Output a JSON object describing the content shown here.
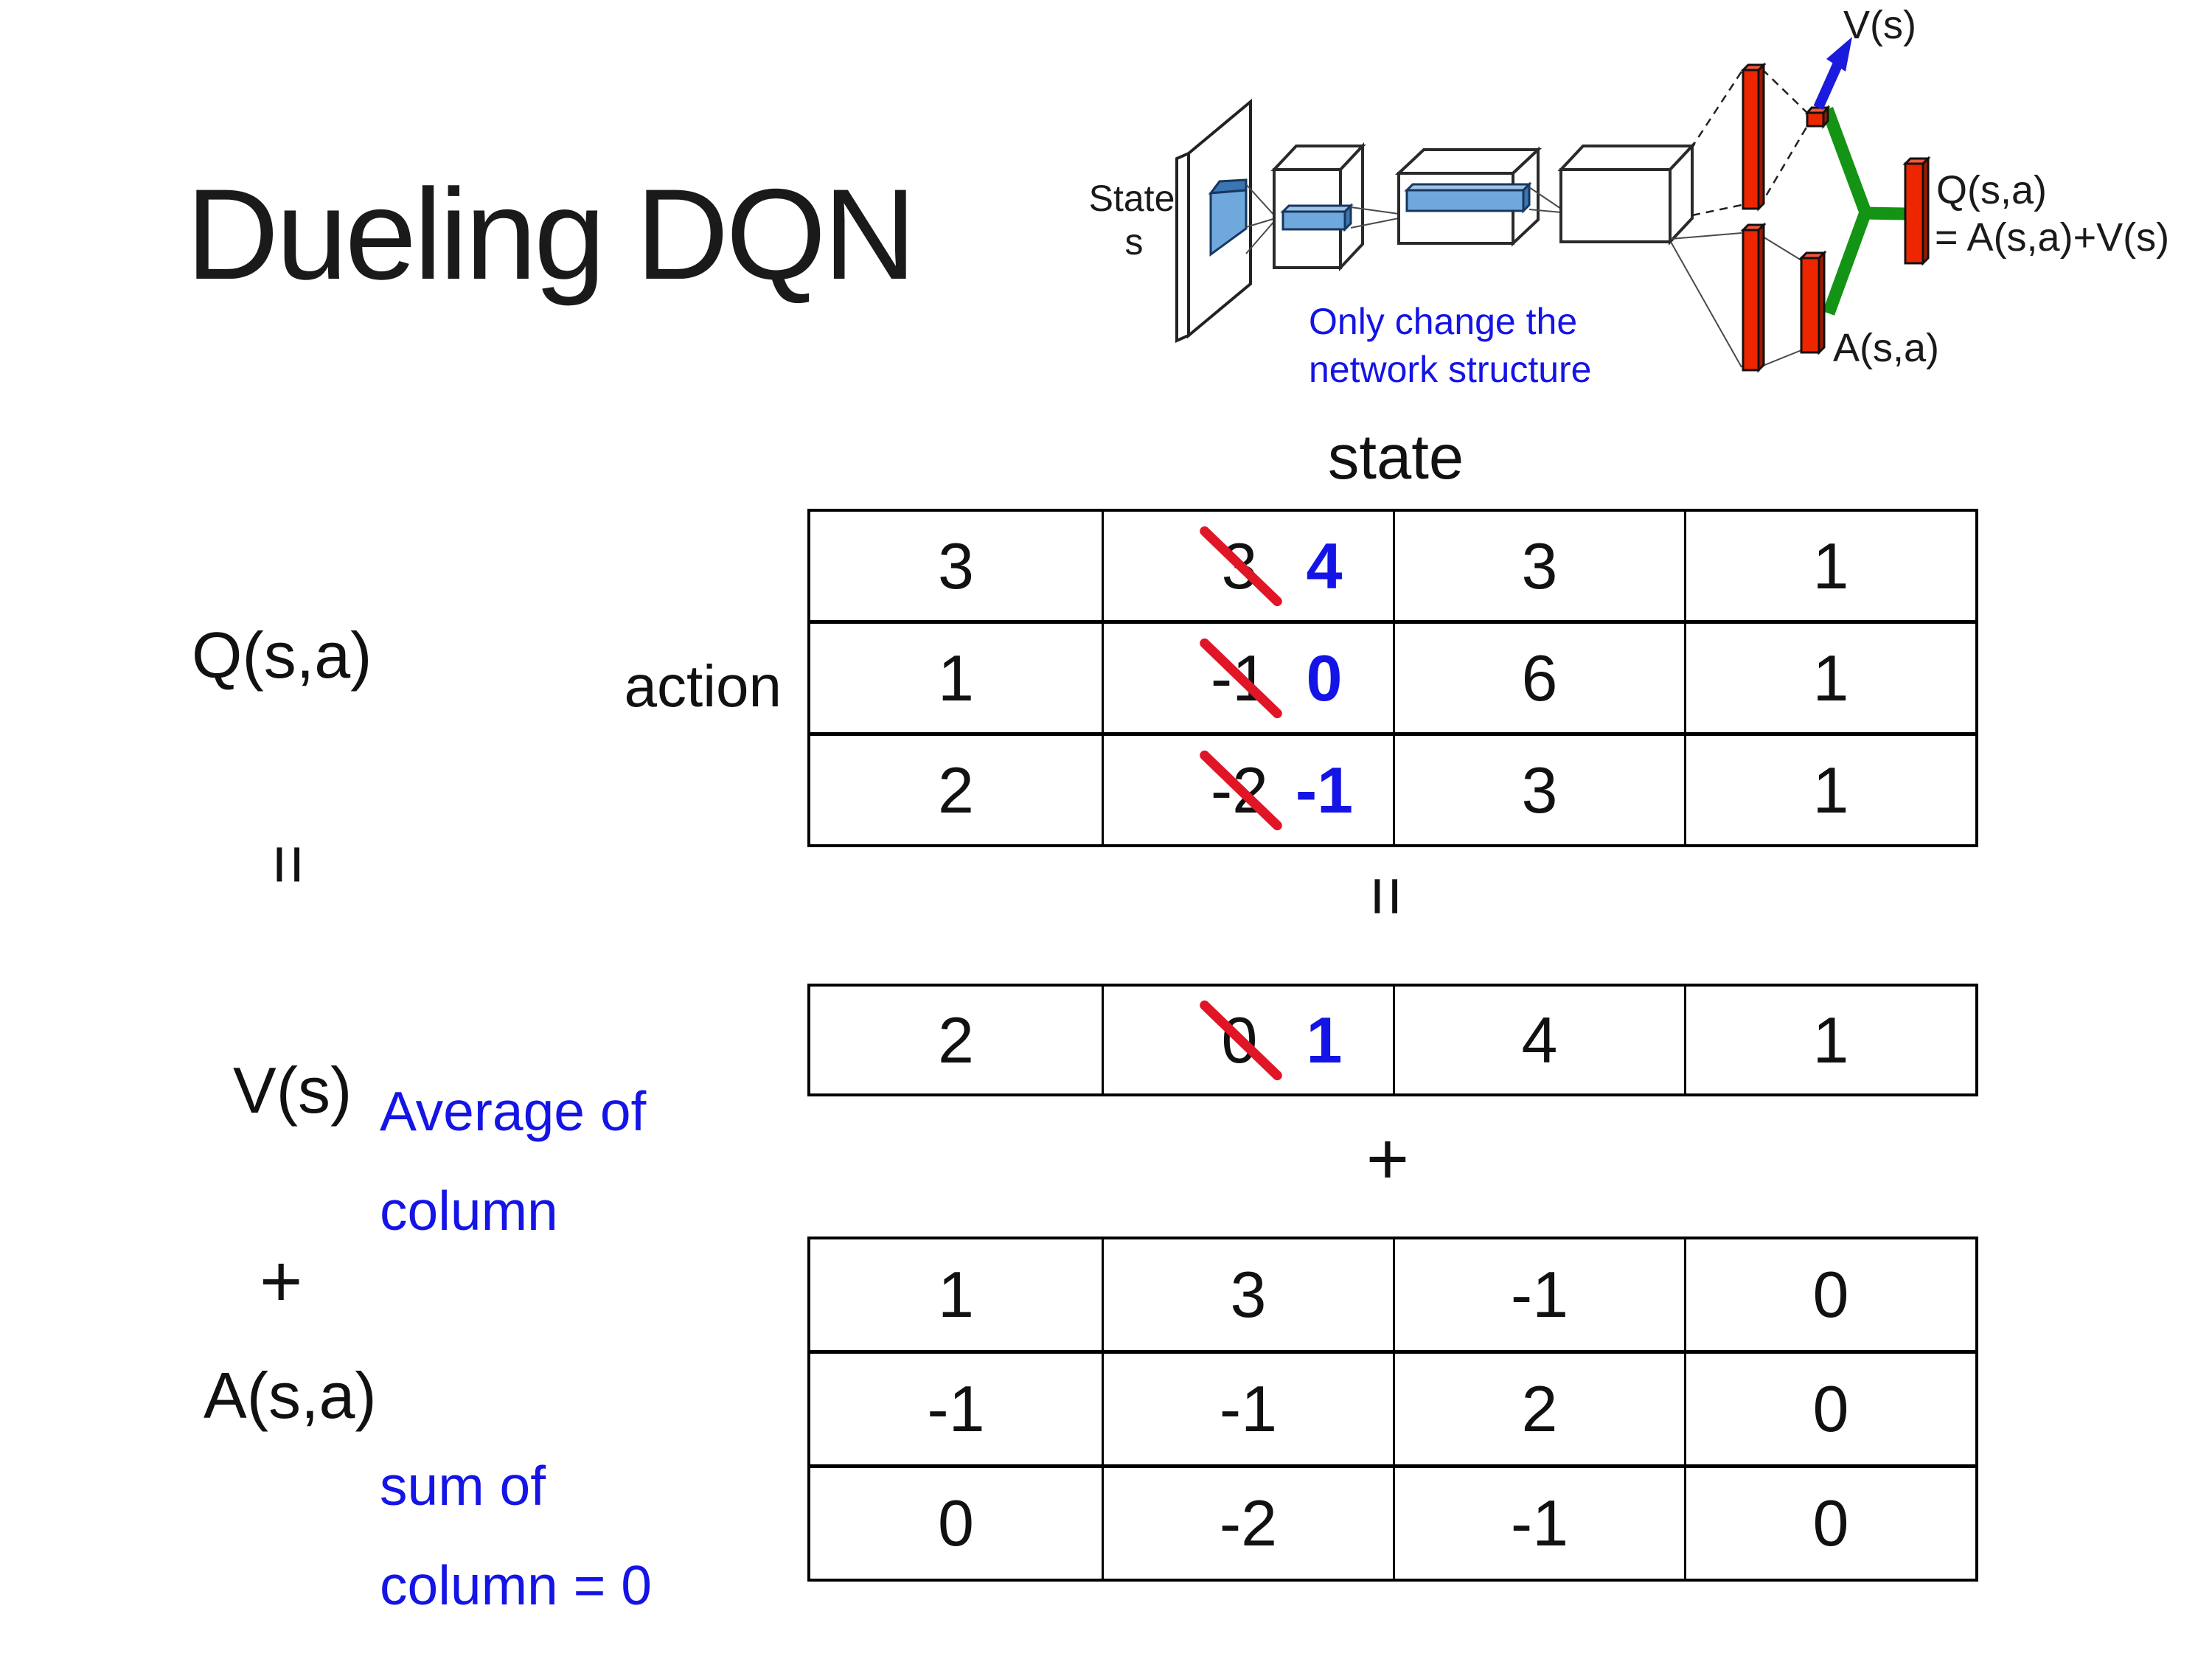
{
  "slide": {
    "title": "Dueling DQN",
    "background": "#ffffff"
  },
  "diagram": {
    "state_label_line1": "State",
    "state_label_line2": "s",
    "note_line1": "Only change the",
    "note_line2": "network structure",
    "v_out_label": "V(s)",
    "q_out_label_line1": "Q(s,a)",
    "q_out_label_line2": "= A(s,a)+V(s)",
    "a_out_label": "A(s,a)",
    "colors": {
      "bar_red": "#ee2600",
      "bar_red_dark": "#9c1a00",
      "bar_red_top": "#f4573a",
      "link_green": "#149414",
      "arrow_blue": "#1b1bdd",
      "conv_blue": "#6fa8dc",
      "conv_blue_dark": "#3a76b1",
      "conv_blue_light": "#9dc3e6",
      "note_blue": "#1414e6",
      "strike_red": "#e01525"
    }
  },
  "equation": {
    "q_term": "Q(s,a)",
    "equals_left": "=",
    "v_term": "V(s)",
    "plus_left": "+",
    "a_term": "A(s,a)",
    "equals_mid": "=",
    "plus_mid": "+"
  },
  "q_table": {
    "col_header": "state",
    "row_header": "action",
    "rows": [
      [
        "3",
        {
          "old": "3",
          "new": "4"
        },
        "3",
        "1"
      ],
      [
        "1",
        {
          "old": "-1",
          "new": "0"
        },
        "6",
        "1"
      ],
      [
        "2",
        {
          "old": "-2",
          "new": "-1"
        },
        "3",
        "1"
      ]
    ]
  },
  "v_table": {
    "annotation_line1": "Average of",
    "annotation_line2": "column",
    "rows": [
      [
        "2",
        {
          "old": "0",
          "new": "1"
        },
        "4",
        "1"
      ]
    ]
  },
  "a_table": {
    "annotation_line1": "sum of",
    "annotation_line2": "column = 0",
    "rows": [
      [
        "1",
        "3",
        "-1",
        "0"
      ],
      [
        "-1",
        "-1",
        "2",
        "0"
      ],
      [
        "0",
        "-2",
        "-1",
        "0"
      ]
    ]
  }
}
